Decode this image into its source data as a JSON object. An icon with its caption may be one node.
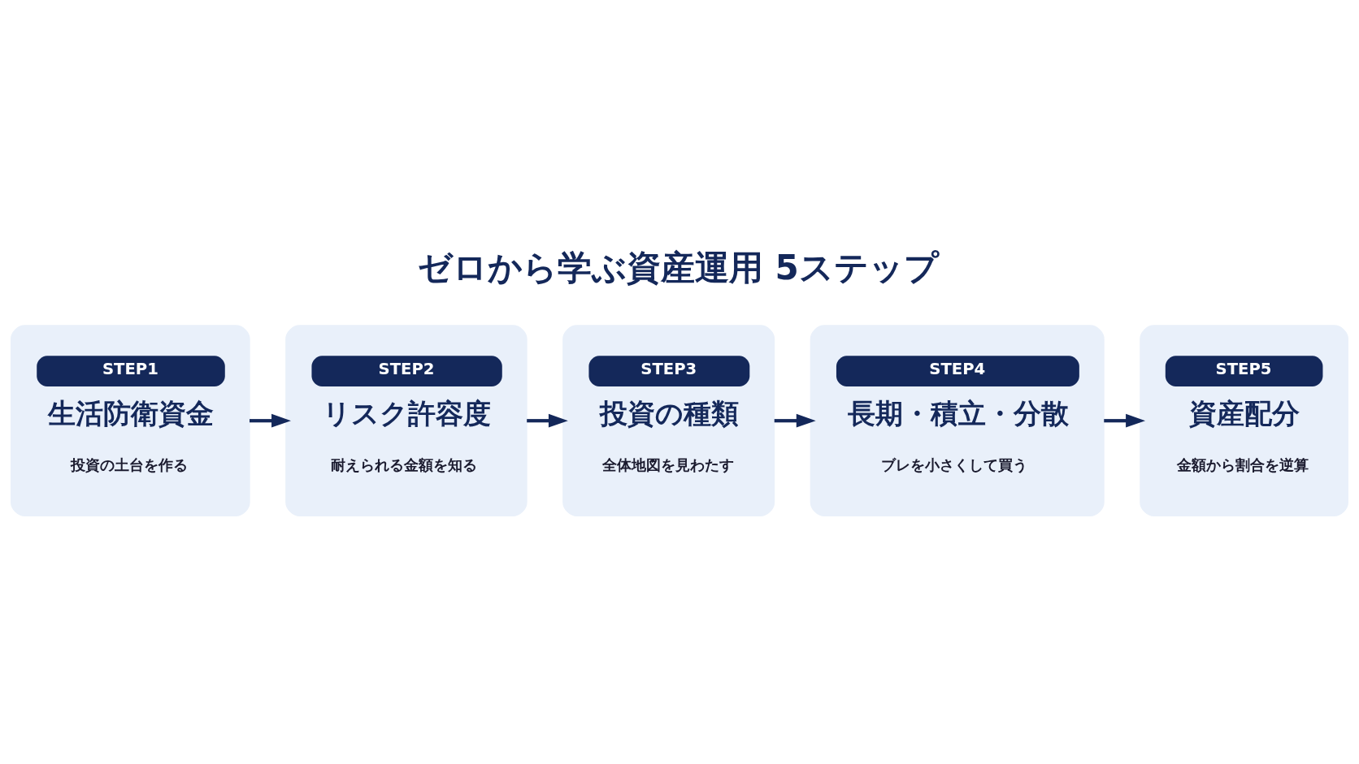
{
  "diagram": {
    "title": "ゼロから学ぶ資産運用 5ステップ",
    "nodes": [
      {
        "text": [
          "STEP1",
          "生活防衛資金",
          "投資の土台を作る"
        ]
      },
      {
        "text": [
          "STEP2",
          "リスク許容度",
          "耐えられる金額を知る"
        ]
      },
      {
        "text": [
          "STEP3",
          "投資の種類",
          "全体地図を見わたす"
        ]
      },
      {
        "text": [
          "STEP4",
          "長期・積立・分散",
          "ブレを小さくして買う"
        ]
      },
      {
        "text": [
          "STEP5",
          "資産配分",
          "金額から割合を逆算"
        ]
      }
    ],
    "edges": [
      {
        "from": 0,
        "to": 1,
        "arrow": "to"
      },
      {
        "from": 1,
        "to": 2,
        "arrow": "to"
      },
      {
        "from": 2,
        "to": 3,
        "arrow": "to"
      },
      {
        "from": 3,
        "to": 4,
        "arrow": "to"
      }
    ]
  }
}
